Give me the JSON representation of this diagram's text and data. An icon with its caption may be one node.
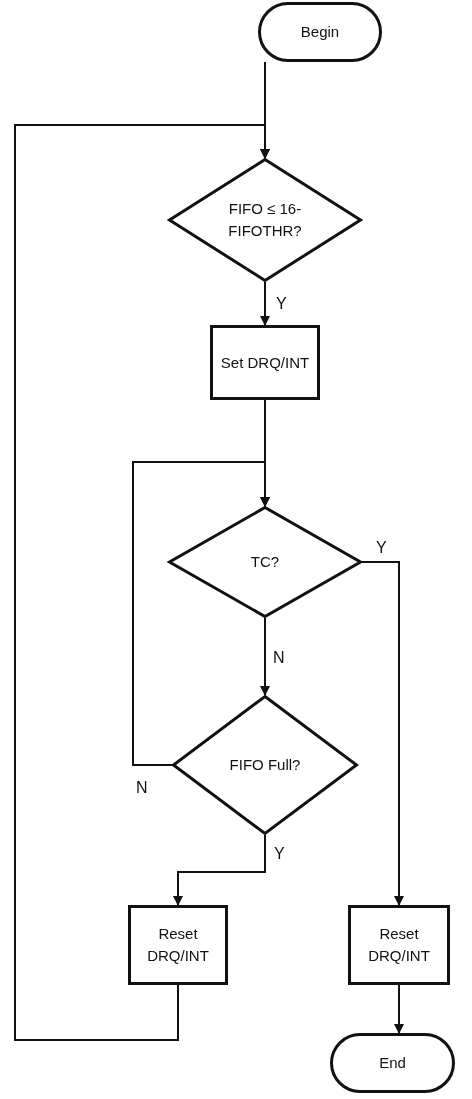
{
  "diagram": {
    "nodes": [
      {
        "text": [
          "Begin"
        ]
      },
      {
        "text": [
          "FIFO ≤ 16-FIFOTHR?"
        ]
      },
      {
        "text": [
          "Set DRQ/INT"
        ]
      },
      {
        "text": [
          "TC?"
        ]
      },
      {
        "text": [
          "FIFO Full?"
        ]
      },
      {
        "text": [
          "Reset DRQ/INT"
        ]
      },
      {
        "text": [
          "Reset DRQ/INT"
        ]
      },
      {
        "text": [
          "End"
        ]
      }
    ],
    "edges": [
      {
        "from": 0,
        "to": 1,
        "arrow": "to"
      },
      {
        "from": 1,
        "to": 2,
        "arrow": "to",
        "label": "Y"
      },
      {
        "from": 2,
        "to": 3,
        "arrow": "to"
      },
      {
        "from": 3,
        "to": 4,
        "arrow": "to",
        "label": "N"
      },
      {
        "from": 3,
        "to": 6,
        "arrow": "to",
        "label": "Y"
      },
      {
        "from": 4,
        "to": 3,
        "arrow": "to",
        "label": "N"
      },
      {
        "from": 4,
        "to": 5,
        "arrow": "to",
        "label": "Y"
      },
      {
        "from": 6,
        "to": 7,
        "arrow": "to"
      },
      {
        "from": 5,
        "to": 1,
        "arrow": "to"
      }
    ]
  }
}
